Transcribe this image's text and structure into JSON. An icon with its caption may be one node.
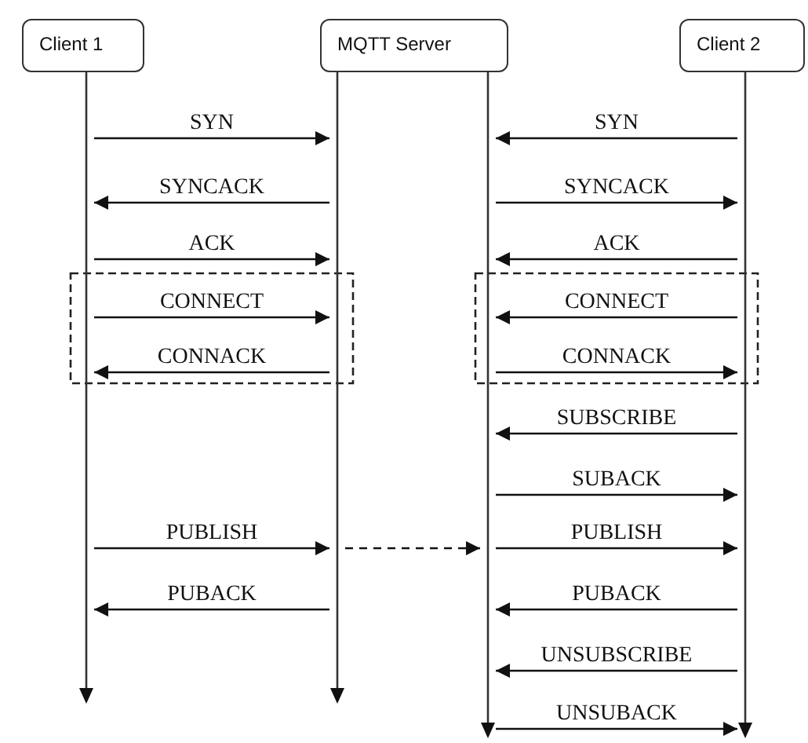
{
  "diagram": {
    "nodes": [
      {
        "text": [
          "Client 1"
        ]
      },
      {
        "text": [
          "MQTT Server"
        ]
      },
      {
        "text": [
          "Client 2"
        ]
      },
      {
        "text": [],
        "shape": "line"
      },
      {
        "text": [],
        "shape": "line"
      },
      {
        "text": [],
        "shape": "line"
      },
      {
        "text": [],
        "shape": "line"
      }
    ],
    "edges": [
      {
        "from": 3,
        "to": 4,
        "arrow": "to",
        "label": "SYN"
      },
      {
        "from": 6,
        "to": 5,
        "arrow": "to",
        "label": "SYN"
      },
      {
        "from": 4,
        "to": 3,
        "arrow": "to",
        "label": "SYNCACK"
      },
      {
        "from": 5,
        "to": 6,
        "arrow": "to",
        "label": "SYNCACK"
      },
      {
        "from": 3,
        "to": 4,
        "arrow": "to",
        "label": "ACK"
      },
      {
        "from": 6,
        "to": 5,
        "arrow": "to",
        "label": "ACK"
      },
      {
        "from": 3,
        "to": 4,
        "arrow": "to",
        "label": "CONNECT"
      },
      {
        "from": 6,
        "to": 5,
        "arrow": "to",
        "label": "CONNECT"
      },
      {
        "from": 4,
        "to": 3,
        "arrow": "to",
        "label": "CONNACK"
      },
      {
        "from": 5,
        "to": 6,
        "arrow": "to",
        "label": "CONNACK"
      },
      {
        "from": 6,
        "to": 5,
        "arrow": "to",
        "label": "SUBSCRIBE"
      },
      {
        "from": 5,
        "to": 6,
        "arrow": "to",
        "label": "SUBACK"
      },
      {
        "from": 3,
        "to": 4,
        "arrow": "to",
        "label": "PUBLISH"
      },
      {
        "from": 4,
        "to": 5,
        "arrow": "to",
        "style": "dashed"
      },
      {
        "from": 5,
        "to": 6,
        "arrow": "to",
        "label": "PUBLISH"
      },
      {
        "from": 4,
        "to": 3,
        "arrow": "to",
        "label": "PUBACK"
      },
      {
        "from": 6,
        "to": 5,
        "arrow": "to",
        "label": "PUBACK"
      },
      {
        "from": 6,
        "to": 5,
        "arrow": "to",
        "label": "UNSUBSCRIBE"
      },
      {
        "from": 5,
        "to": 6,
        "arrow": "to",
        "label": "UNSUBACK"
      }
    ]
  }
}
